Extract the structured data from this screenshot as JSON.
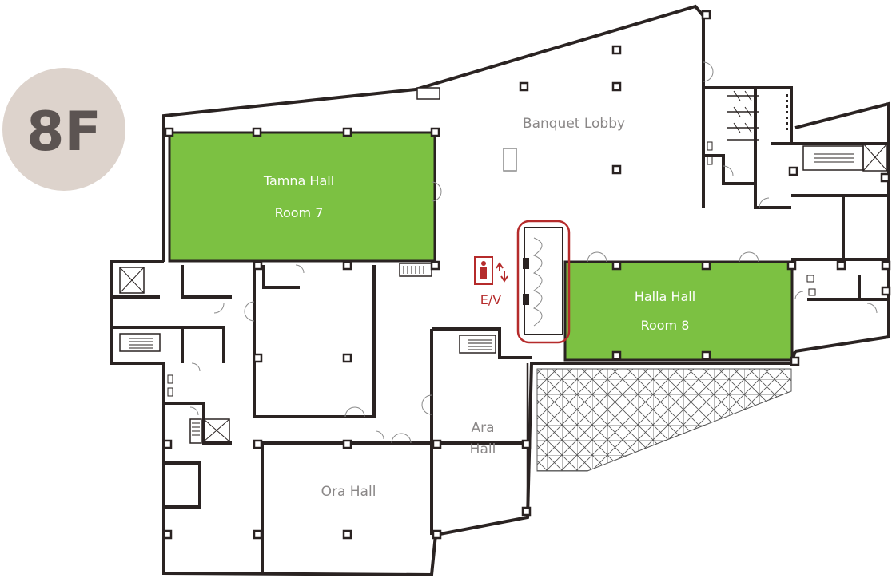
{
  "floor": {
    "label": "8F",
    "badge_color": "#ddd3cc"
  },
  "colors": {
    "hall_green": "#7cc142",
    "wall": "#2a2322",
    "elevator_red": "#b52b2b",
    "label_gray": "#8a8787"
  },
  "rooms": {
    "tamna": {
      "name": "Tamna Hall",
      "room": "Room 7"
    },
    "halla": {
      "name": "Halla Hall",
      "room": "Room 8"
    },
    "banquet": {
      "name": "Banquet Lobby"
    },
    "ara": {
      "line1": "Ara",
      "line2": "Hall"
    },
    "ora": {
      "name": "Ora Hall"
    }
  },
  "elevator": {
    "label": "E/V",
    "icon": "elevator-person-icon"
  }
}
